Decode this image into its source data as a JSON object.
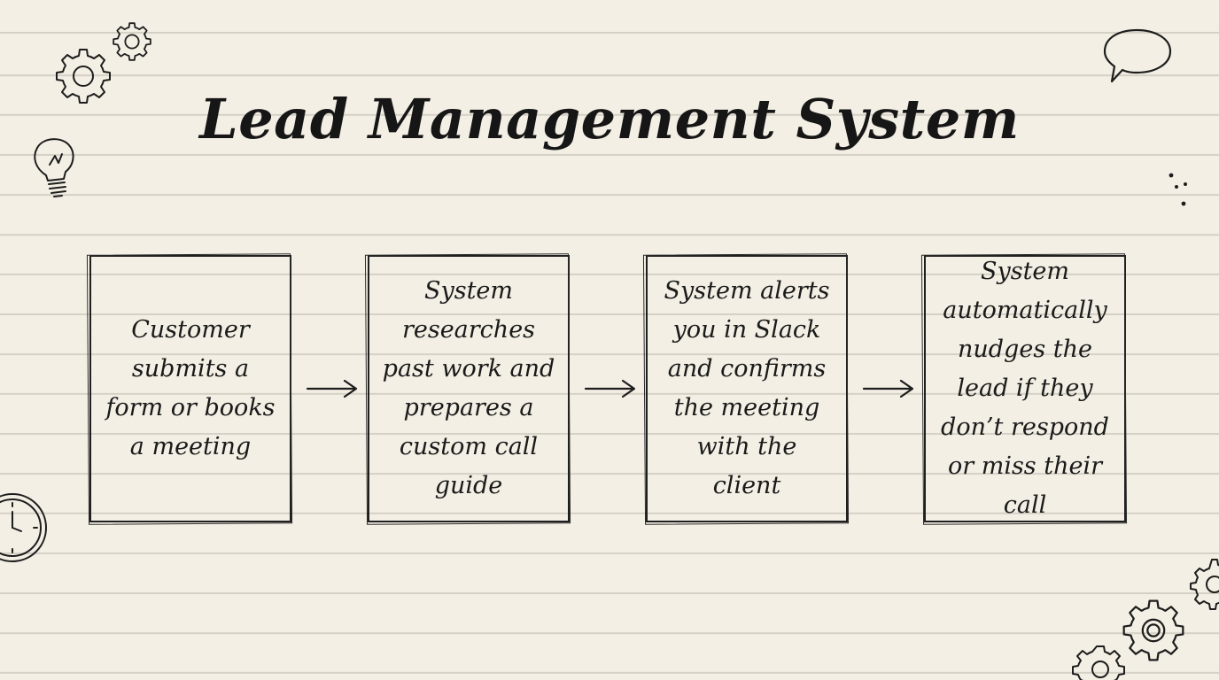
{
  "title": "Lead Management System",
  "steps": [
    {
      "text": "Customer submits a form or books a meeting"
    },
    {
      "text": "System researches past work and prepares a custom call guide"
    },
    {
      "text": "System alerts you in Slack and confirms the meeting with the client"
    },
    {
      "text": "System automatically nudges the lead if they don’t respond or miss their call"
    }
  ],
  "colors": {
    "paper": "#f3efe4",
    "ink": "#1d1d1d",
    "rule_line": "#d5d1c7"
  },
  "icons": [
    "gear-icon",
    "lightbulb-icon",
    "clock-icon",
    "speech-bubble-icon",
    "sparkle-dots-icon"
  ]
}
